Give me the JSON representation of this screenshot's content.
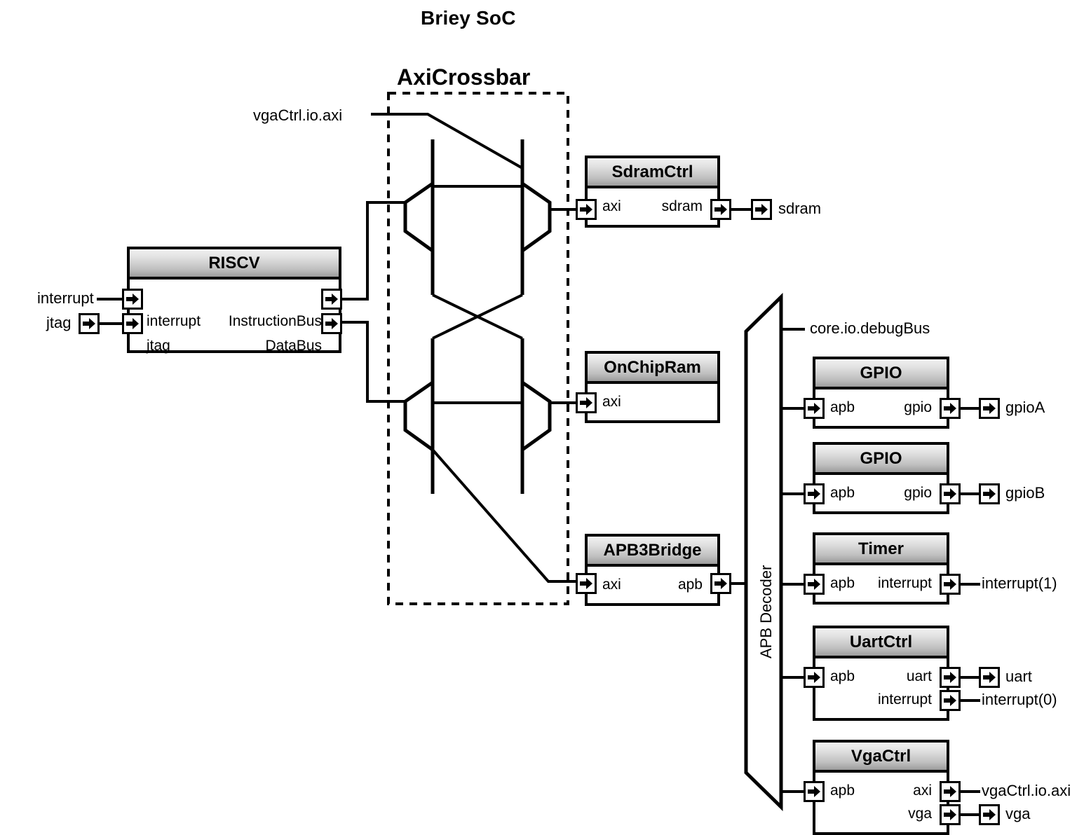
{
  "diagram": {
    "title": "Briey SoC",
    "group_label": "AxiCrossbar",
    "decoder_label": "APB Decoder",
    "type": "block-diagram",
    "accent": "#000000",
    "header_gradient_top": "#f2f2f2",
    "header_gradient_bottom": "#9c9c9c"
  },
  "nets": {
    "vga_axi_top": "vgaCtrl.io.axi",
    "debug_bus": "core.io.debugBus"
  },
  "external_ports": {
    "interrupt_in": "interrupt",
    "jtag_in": "jtag",
    "sdram_out": "sdram",
    "gpioA": "gpioA",
    "gpioB": "gpioB",
    "interrupt1": "interrupt(1)",
    "uart_out": "uart",
    "interrupt0": "interrupt(0)",
    "vga_axi_out": "vgaCtrl.io.axi",
    "vga_out": "vga"
  },
  "blocks": {
    "riscv": {
      "name": "RISCV",
      "ports_in": [
        "interrupt",
        "jtag"
      ],
      "ports_out": [
        "InstructionBus",
        "DataBus"
      ]
    },
    "sdram": {
      "name": "SdramCtrl",
      "ports_in": [
        "axi"
      ],
      "ports_out": [
        "sdram"
      ]
    },
    "onchip": {
      "name": "OnChipRam",
      "ports_in": [
        "axi"
      ],
      "ports_out": []
    },
    "apb3": {
      "name": "APB3Bridge",
      "ports_in": [
        "axi"
      ],
      "ports_out": [
        "apb"
      ]
    },
    "gpioa": {
      "name": "GPIO",
      "ports_in": [
        "apb"
      ],
      "ports_out": [
        "gpio"
      ]
    },
    "gpiob": {
      "name": "GPIO",
      "ports_in": [
        "apb"
      ],
      "ports_out": [
        "gpio"
      ]
    },
    "timer": {
      "name": "Timer",
      "ports_in": [
        "apb"
      ],
      "ports_out": [
        "interrupt"
      ]
    },
    "uart": {
      "name": "UartCtrl",
      "ports_in": [
        "apb"
      ],
      "ports_out": [
        "uart",
        "interrupt"
      ]
    },
    "vga": {
      "name": "VgaCtrl",
      "ports_in": [
        "apb"
      ],
      "ports_out": [
        "axi",
        "vga"
      ]
    }
  }
}
